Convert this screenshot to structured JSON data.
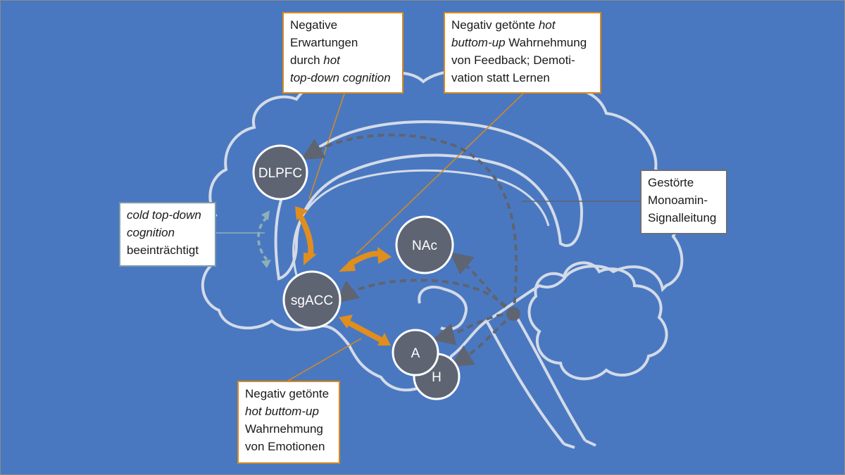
{
  "colors": {
    "background": "#4a78c0",
    "brain_outline": "#d3dbe8",
    "node_fill": "#5e6472",
    "arrow_orange": "#e08e1e",
    "dashed_pathway": "#5e6472",
    "cold_arrow": "#8fb0b8"
  },
  "nodes": {
    "dlpfc": "DLPFC",
    "nac": "NAc",
    "sgacc": "sgACC",
    "amygdala": "A",
    "hippocampus": "H"
  },
  "callouts": {
    "top_down": {
      "line1": "Negative",
      "line2": "Erwartungen",
      "line3_plain": "durch ",
      "line3_italic": "hot",
      "line4_italic": "top-down cognition"
    },
    "feedback": {
      "line1_plain": "Negativ getönte ",
      "line1_italic": "hot",
      "line2_italic": "buttom-up",
      "line2_plain": " Wahrnehmung",
      "line3": "von Feedback; Demoti-",
      "line4": "vation statt Lernen"
    },
    "monoamine": {
      "line1": "Gestörte",
      "line2": "Monoamin-",
      "line3": "Signalleitung"
    },
    "cold": {
      "line1_italic": "cold top-down",
      "line2_italic": "cognition",
      "line3": "beeinträchtigt"
    },
    "emotions": {
      "line1": "Negativ getönte",
      "line2_italic": "hot buttom-up",
      "line3": "Wahrnehmung",
      "line4": "von Emotionen"
    }
  }
}
